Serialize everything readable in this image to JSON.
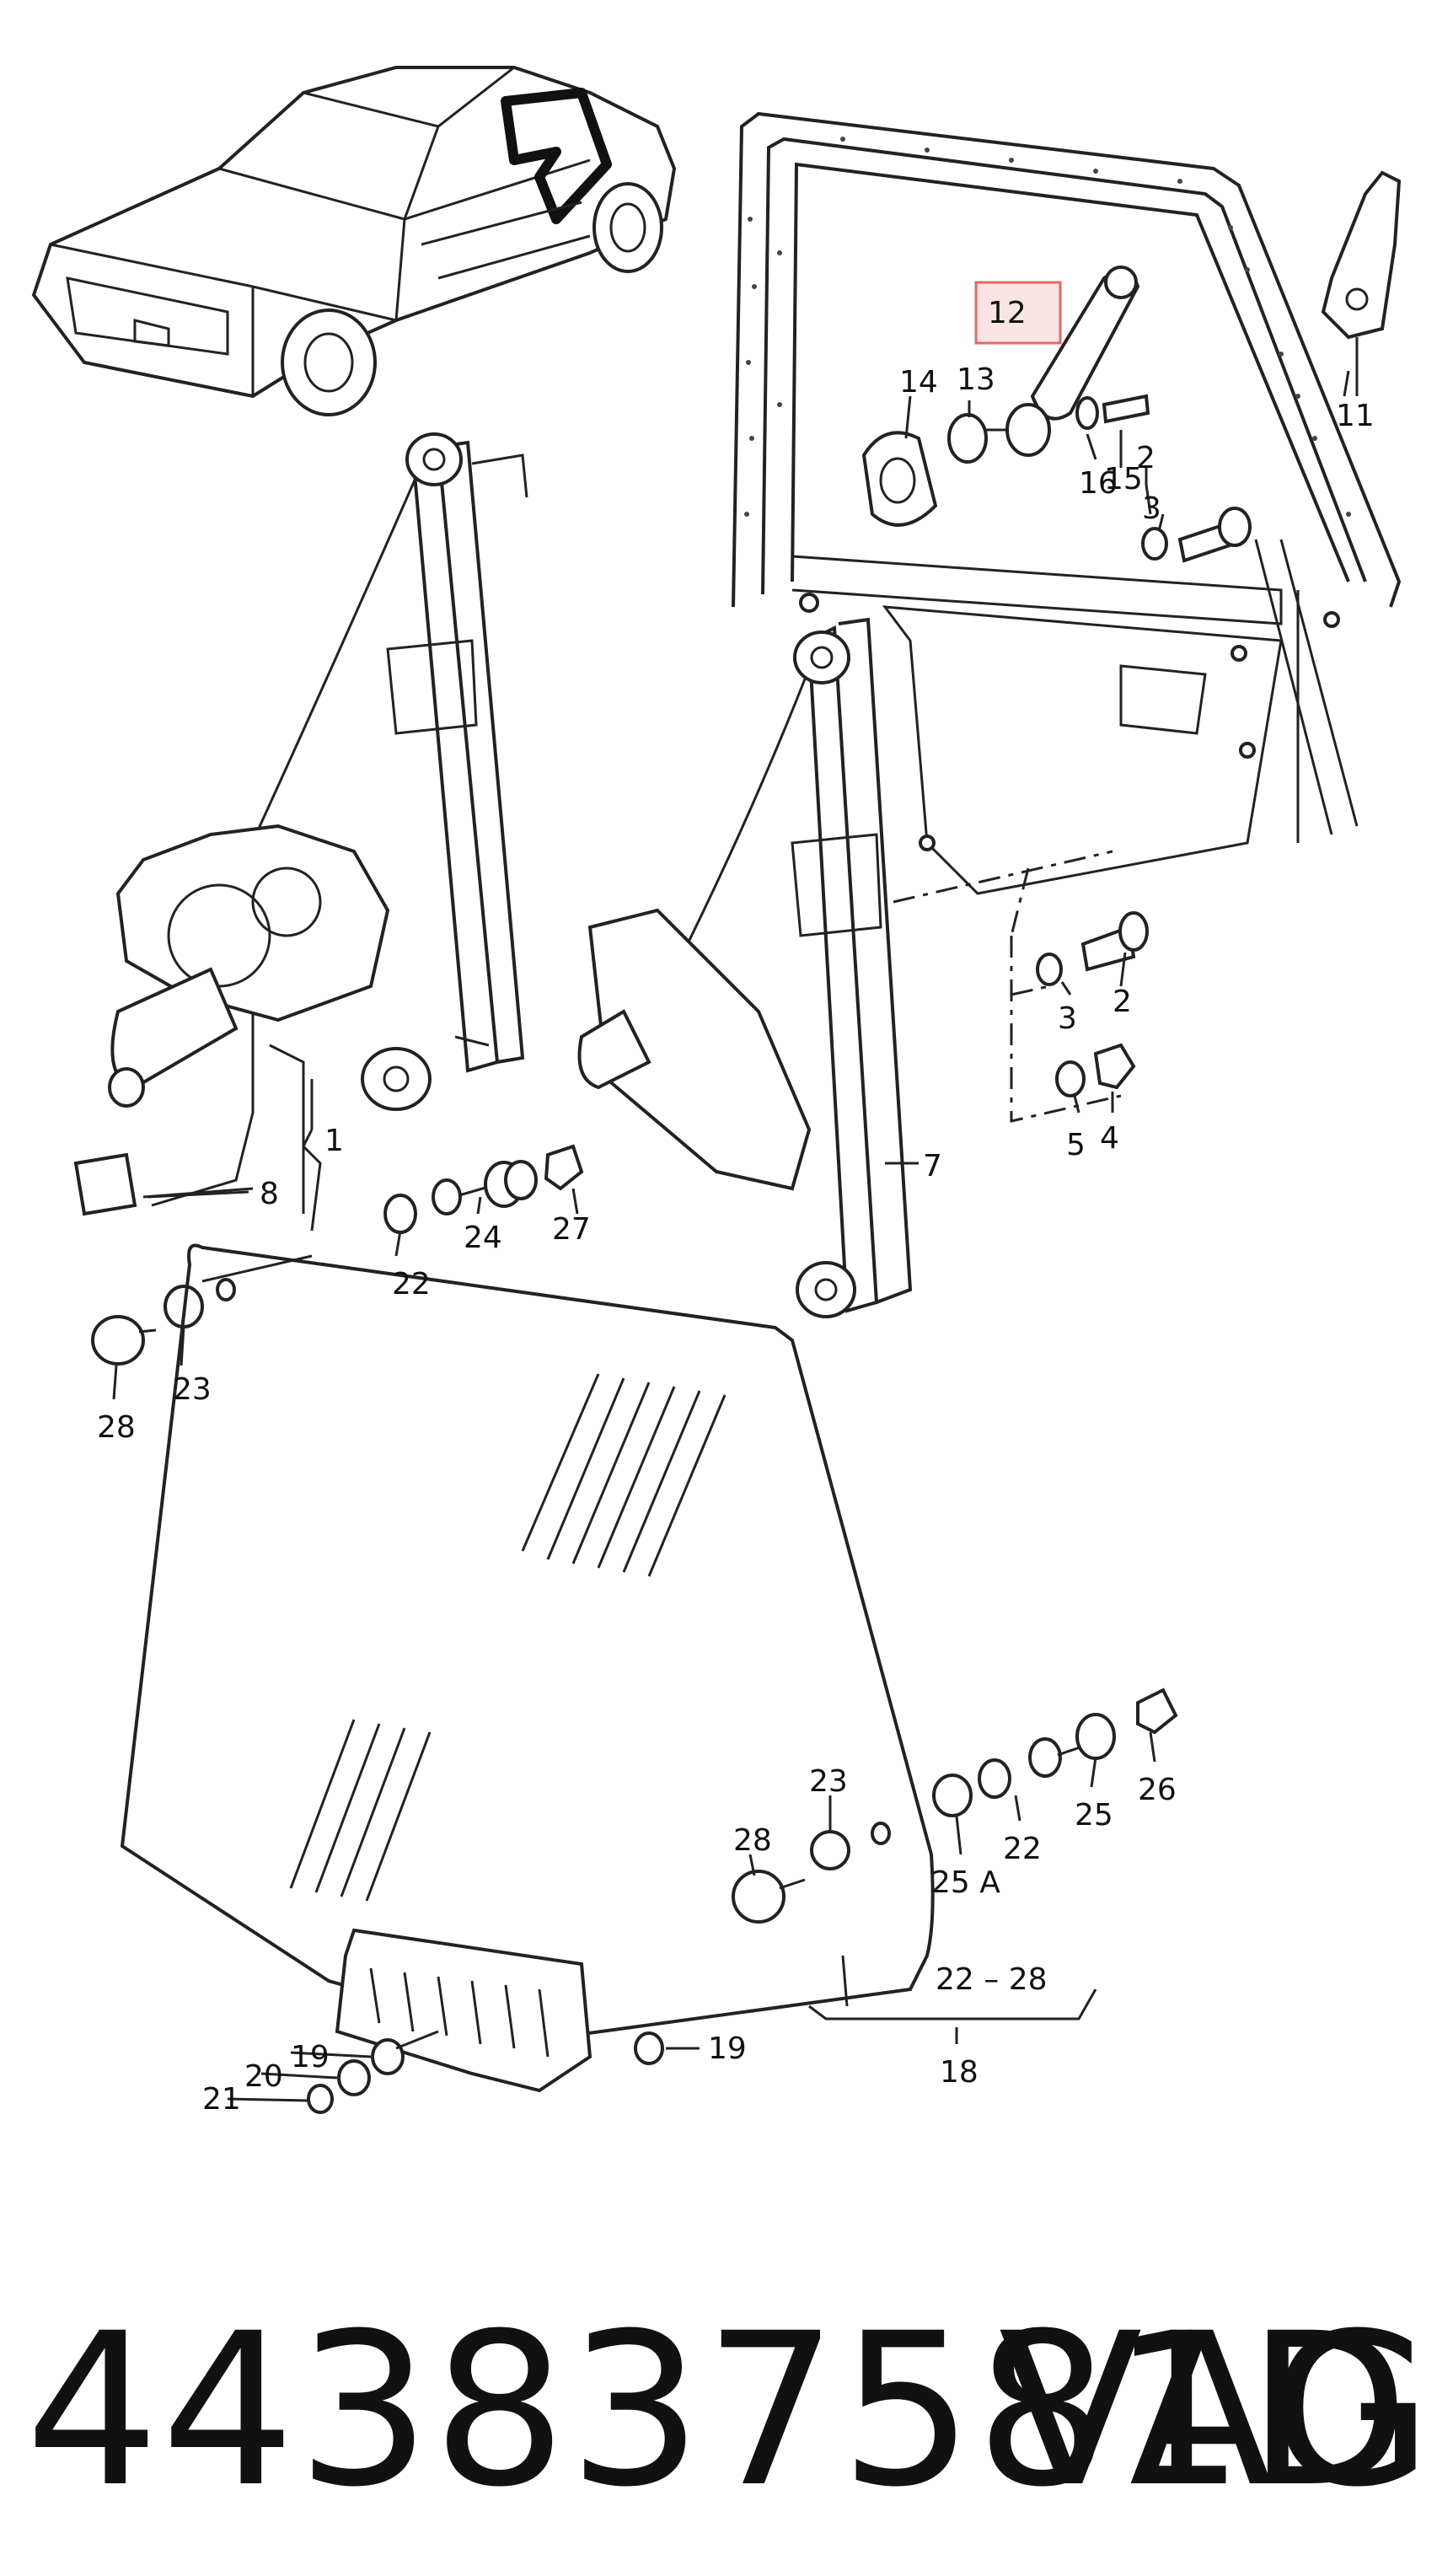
{
  "labels": {
    "l1": "1",
    "l2a": "2",
    "l2b": "2",
    "l3a": "3",
    "l3b": "3",
    "l4": "4",
    "l5": "5",
    "l7": "7",
    "l8": "8",
    "l11": "11",
    "l12": "12",
    "l13": "13",
    "l14": "14",
    "l15": "15",
    "l16": "16",
    "l18": "18",
    "l19a": "19",
    "l19b": "19",
    "l20": "20",
    "l21": "21",
    "l22a": "22",
    "l22b": "22",
    "l22_28": "22 – 28",
    "l23a": "23",
    "l23b": "23",
    "l24": "24",
    "l25": "25",
    "l25a": "25 A",
    "l26": "26",
    "l27": "27",
    "l28a": "28",
    "l28b": "28"
  },
  "highlight": {
    "label": "12",
    "color": "#e46a6a",
    "fill": "#fbe4e4"
  },
  "footer": {
    "part_number": "443837581D",
    "brand": "VAG"
  }
}
